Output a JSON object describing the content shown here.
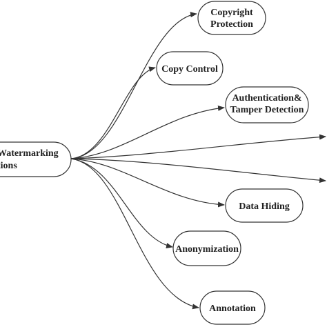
{
  "root": {
    "lines": [
      "Watermarking",
      "tions"
    ]
  },
  "nodes": [
    {
      "id": "copyright-protection",
      "lines": [
        "Copyright",
        "Protection"
      ]
    },
    {
      "id": "copy-control",
      "lines": [
        "Copy Control"
      ]
    },
    {
      "id": "authentication-tamper-detection",
      "lines": [
        "Authentication&",
        "Tamper Detection"
      ]
    },
    {
      "id": "offscreen-upper",
      "lines": []
    },
    {
      "id": "offscreen-lower",
      "lines": []
    },
    {
      "id": "data-hiding",
      "lines": [
        "Data Hiding"
      ]
    },
    {
      "id": "anonymization",
      "lines": [
        "Anonymization"
      ]
    },
    {
      "id": "annotation",
      "lines": [
        "Annotation"
      ]
    }
  ],
  "colors": {
    "stroke": "#333333",
    "text": "#222222",
    "background": "#ffffff"
  }
}
